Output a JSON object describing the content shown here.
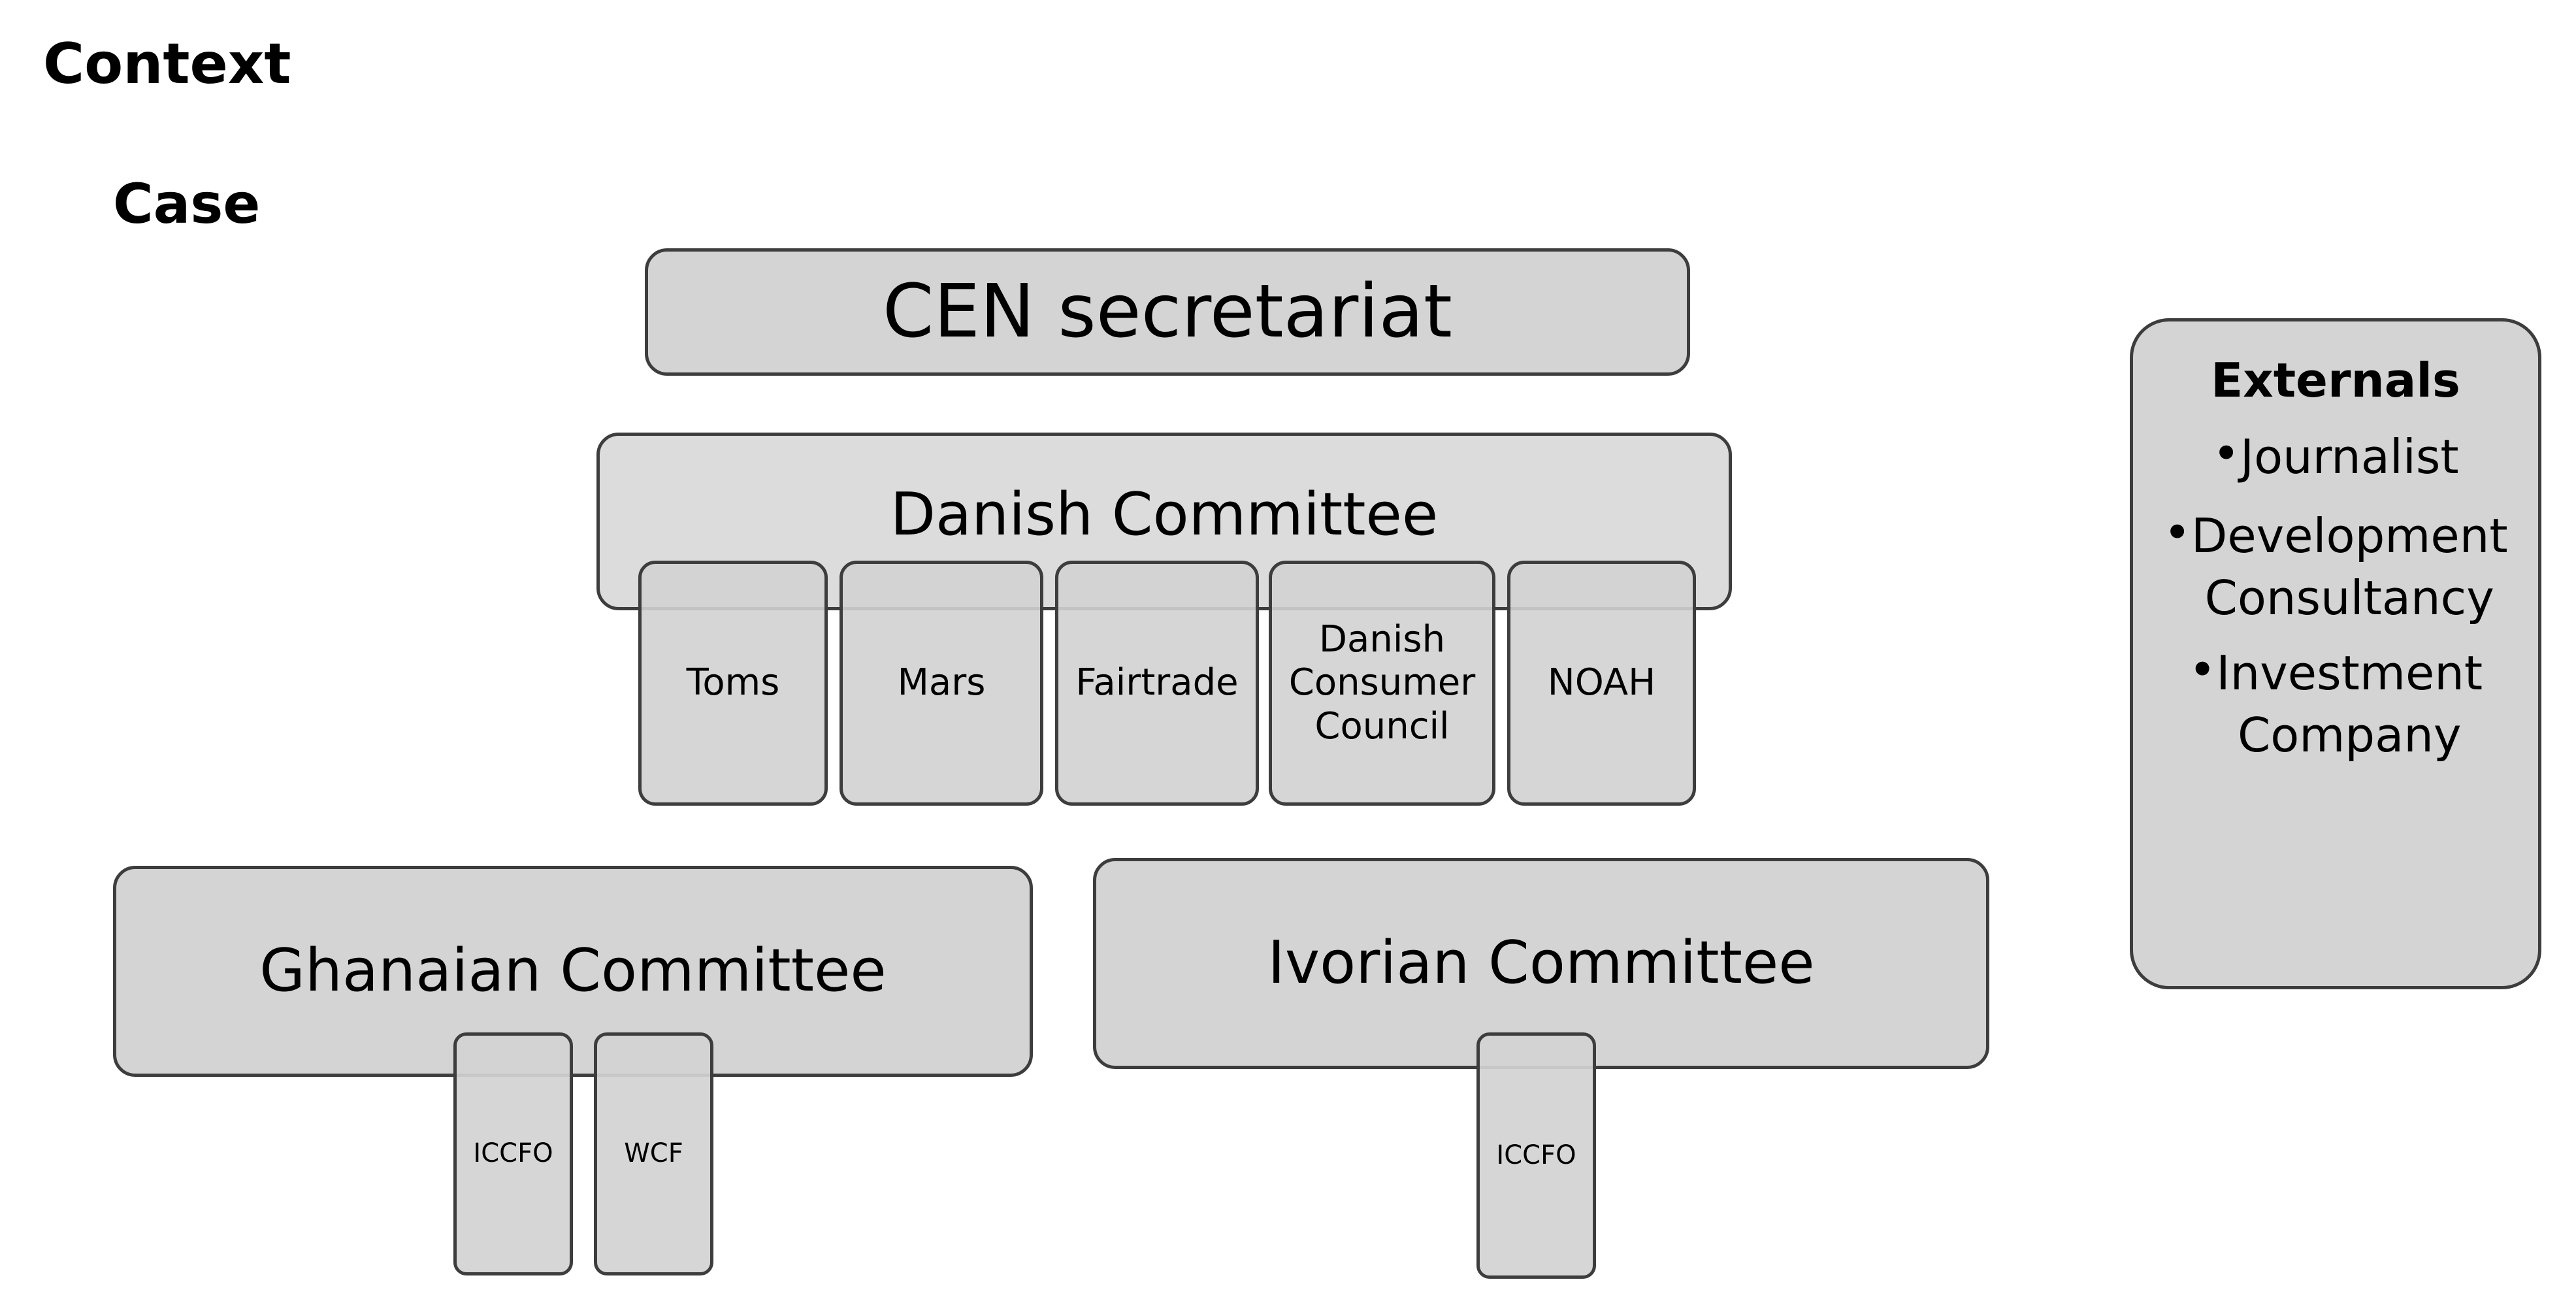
{
  "headings": {
    "context": "Context",
    "case": "Case"
  },
  "boxes": {
    "cen_secretariat": "CEN secretariat",
    "danish_committee": "Danish Committee",
    "ghanaian_committee": "Ghanaian Committee",
    "ivorian_committee": "Ivorian Committee"
  },
  "danish_members": [
    "Toms",
    "Mars",
    "Fairtrade",
    "Danish\nConsumer\nCouncil",
    "NOAH"
  ],
  "ghanaian_members": [
    "ICCFO",
    "WCF"
  ],
  "ivorian_members": [
    "ICCFO"
  ],
  "externals": {
    "title": "Externals",
    "bullet": "•",
    "items": [
      "Journalist",
      "Development\nConsultancy",
      "Investment\nCompany"
    ]
  }
}
